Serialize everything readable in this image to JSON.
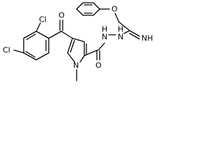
{
  "molecule": {
    "atoms": {
      "cl_ortho": "Cl",
      "cl_para": "Cl",
      "o_ketone": "O",
      "o_ether": "O",
      "n_pyrrole": "N",
      "n_methyl_bond": "",
      "o_amide": "O",
      "nh_imine": "NH",
      "nh_hydrazide1": "H",
      "n_hydrazide1": "N",
      "nh_hydrazide2": "H",
      "n_hydrazide2": "N"
    },
    "colors": {
      "bond": "#000000",
      "label": "#000000",
      "background": "#ffffff"
    }
  }
}
